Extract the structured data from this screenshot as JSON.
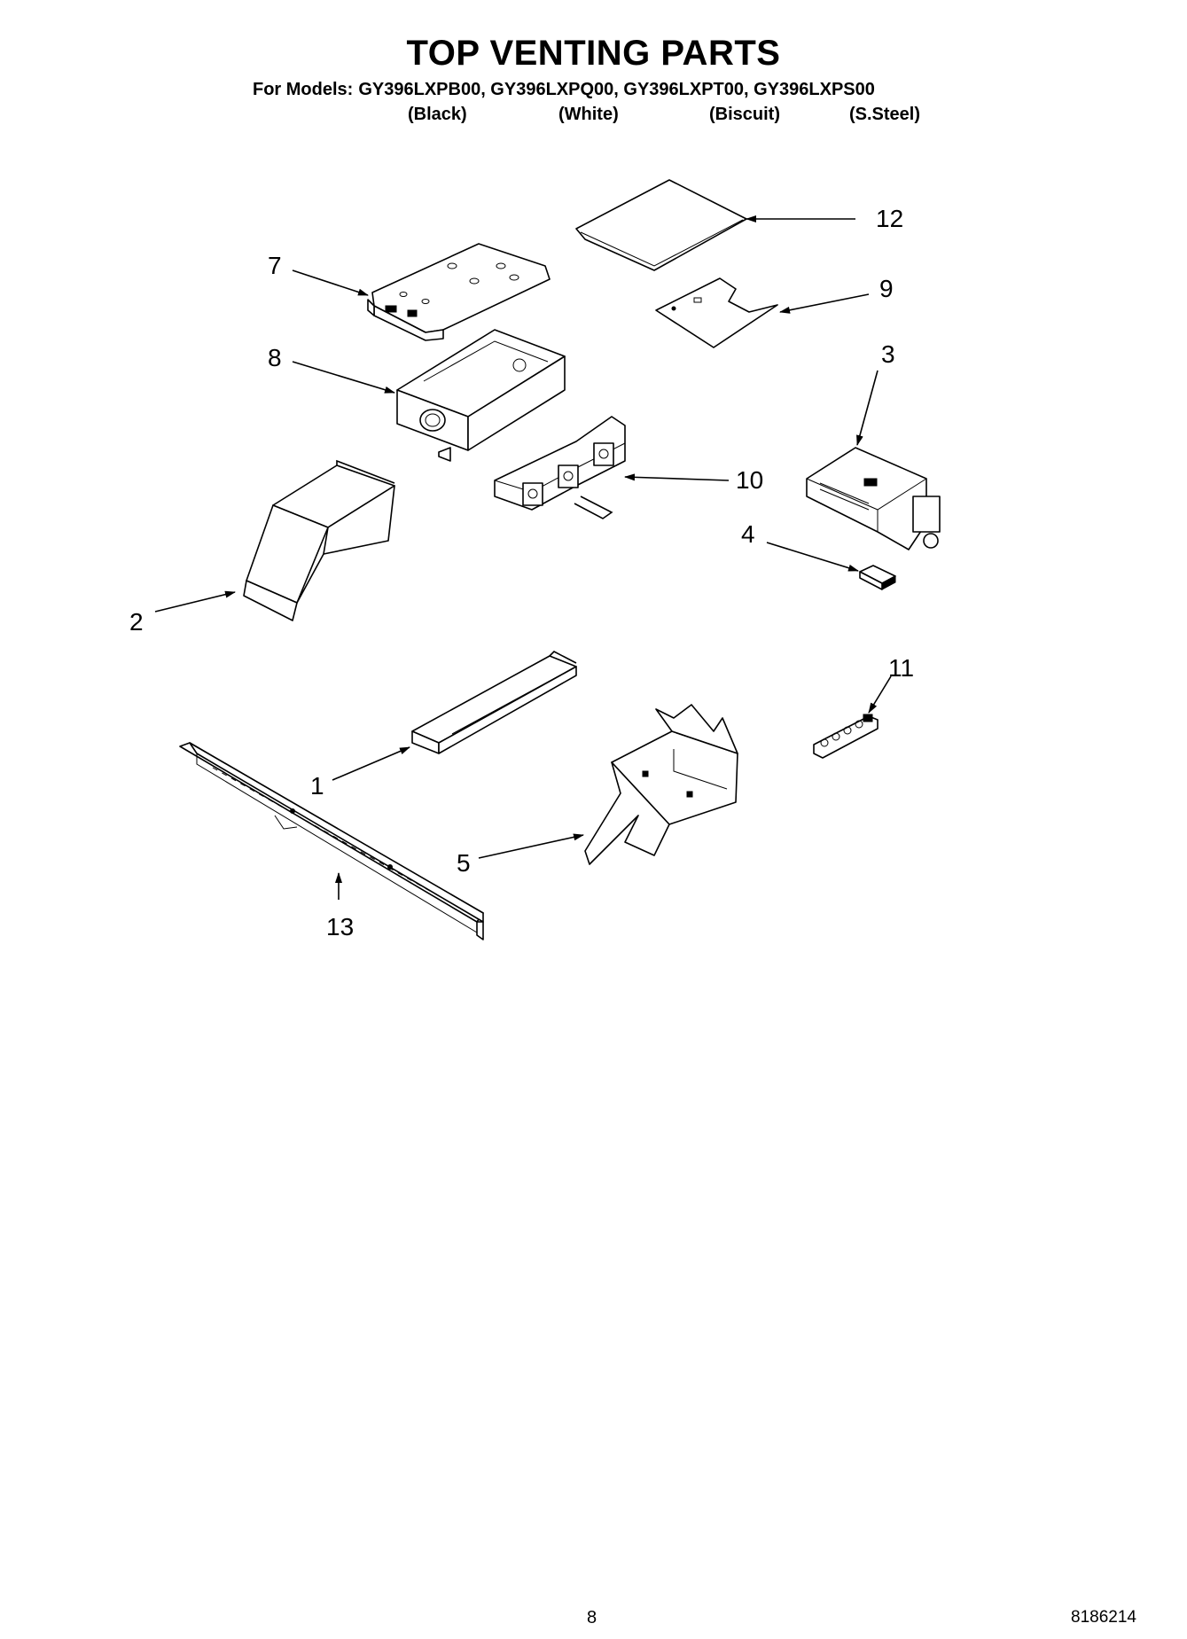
{
  "title": "TOP VENTING PARTS",
  "models": {
    "label": "For Models:",
    "list": "GY396LXPB00, GY396LXPQ00, GY396LXPT00, GY396LXPS00",
    "colors": [
      "(Black)",
      "(White)",
      "(Biscuit)",
      "(S.Steel)"
    ]
  },
  "callouts": {
    "c1": "1",
    "c2": "2",
    "c3": "3",
    "c4": "4",
    "c5": "5",
    "c7": "7",
    "c8": "8",
    "c9": "9",
    "c10": "10",
    "c11": "11",
    "c12": "12",
    "c13": "13"
  },
  "footer": {
    "page_number": "8",
    "doc_number": "8186214"
  }
}
